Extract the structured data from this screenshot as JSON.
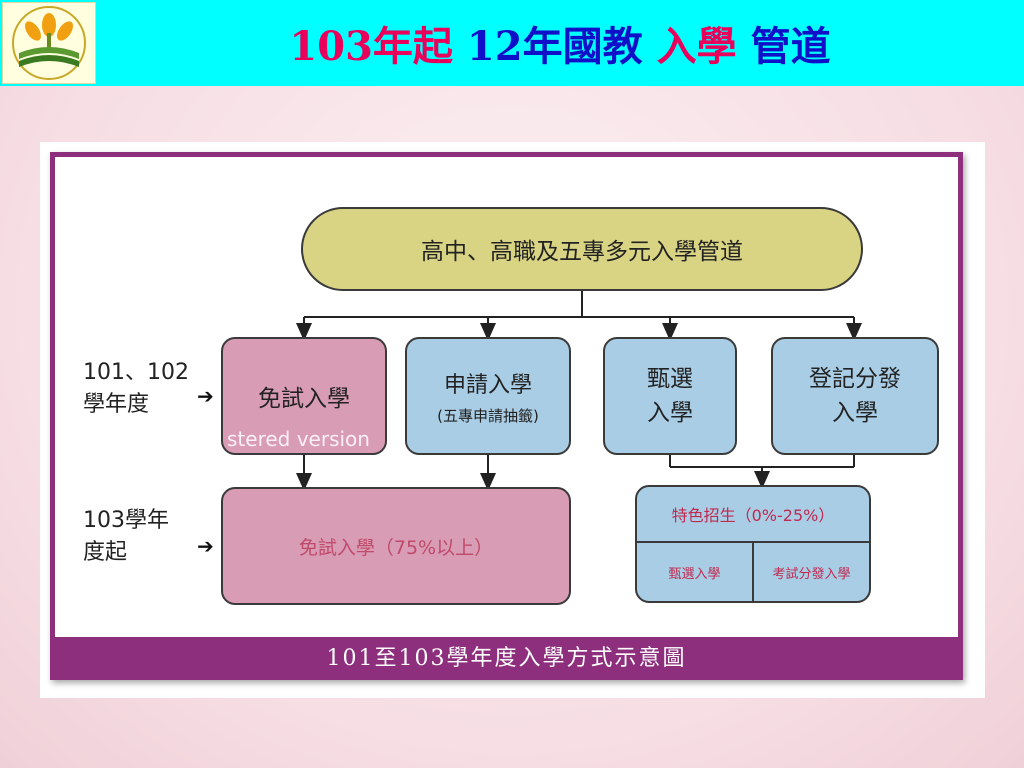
{
  "header": {
    "title_part1": "103年起",
    "title_part2": "12年國教",
    "title_part3": "入學",
    "title_part4": "管道",
    "bg_color": "#00ffff"
  },
  "diagram": {
    "root": "高中、高職及五專多元入學管道",
    "row1_label_line1": "101、102",
    "row1_label_line2": "學年度",
    "row2_label_line1": "103學年",
    "row2_label_line2": "度起",
    "arrow_glyph": "➔",
    "box1": "免試入學",
    "box2_main": "申請入學",
    "box2_sub": "(五專申請抽籤)",
    "box3_line1": "甄選",
    "box3_line2": "入學",
    "box4_line1": "登記分發",
    "box4_line2": "入學",
    "box5": "免試入學（75%以上）",
    "box6_top": "特色招生（0%-25%）",
    "box6_left": "甄選入學",
    "box6_right": "考試分發入學",
    "watermark": "stered version",
    "caption": "101至103學年度入學方式示意圖",
    "colors": {
      "root": "#d9d483",
      "pink": "#d99cb5",
      "blue": "#a9cde5",
      "frame": "#8e2f7e"
    }
  }
}
